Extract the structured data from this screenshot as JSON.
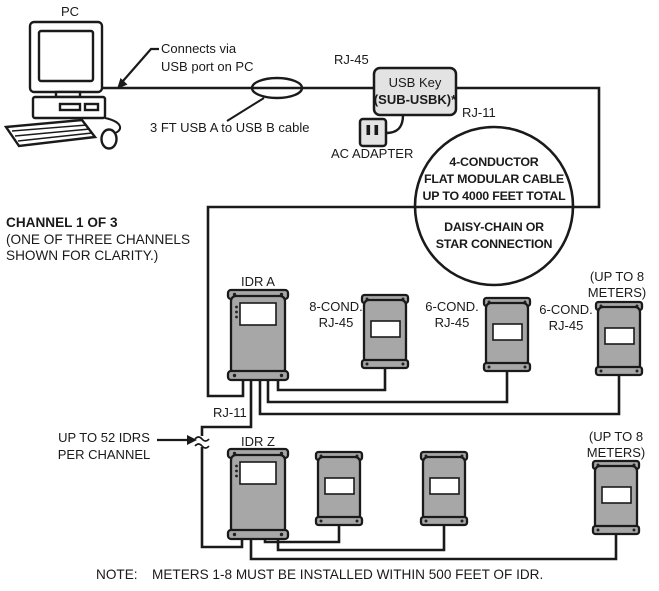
{
  "diagram": {
    "pc_label": "PC",
    "connects_via": [
      "Connects via",
      "USB port on PC"
    ],
    "usb_cable_label": "3 FT USB A to USB B cable",
    "rj45_label": "RJ-45",
    "usb_key": {
      "line1": "USB Key",
      "line2": "(SUB-USBK)*"
    },
    "ac_adapter_label": "AC ADAPTER",
    "rj11_label_top": "RJ-11",
    "cable_note": [
      "4-CONDUCTOR",
      "FLAT MODULAR CABLE",
      "UP TO 4000 FEET TOTAL"
    ],
    "connection_note": [
      "DAISY-CHAIN OR",
      "STAR CONNECTION"
    ],
    "channel_heading": "CHANNEL 1 OF 3",
    "channel_sub": [
      "(ONE OF THREE CHANNELS",
      "SHOWN FOR CLARITY.)"
    ],
    "idr_a_label": "IDR A",
    "meter_labels_top": [
      [
        "8-COND.",
        "RJ-45"
      ],
      [
        "6-COND.",
        "RJ-45"
      ],
      [
        "6-COND.",
        "RJ-45"
      ]
    ],
    "up_to_8_top": [
      "(UP TO 8",
      "METERS)"
    ],
    "rj11_label_bottom": "RJ-11",
    "up_to_52": [
      "UP TO 52 IDRS",
      "PER CHANNEL"
    ],
    "idr_z_label": "IDR Z",
    "up_to_8_bottom": [
      "(UP TO 8",
      "METERS)"
    ],
    "note_prefix": "NOTE:",
    "note_body": "METERS 1-8 MUST BE INSTALLED WITHIN 500 FEET OF IDR."
  },
  "colors": {
    "ink": "#1a1a1a",
    "device": "#a7a7a7",
    "panel": "#e3e3e3",
    "display": "#ffffff",
    "bg": "#ffffff"
  }
}
